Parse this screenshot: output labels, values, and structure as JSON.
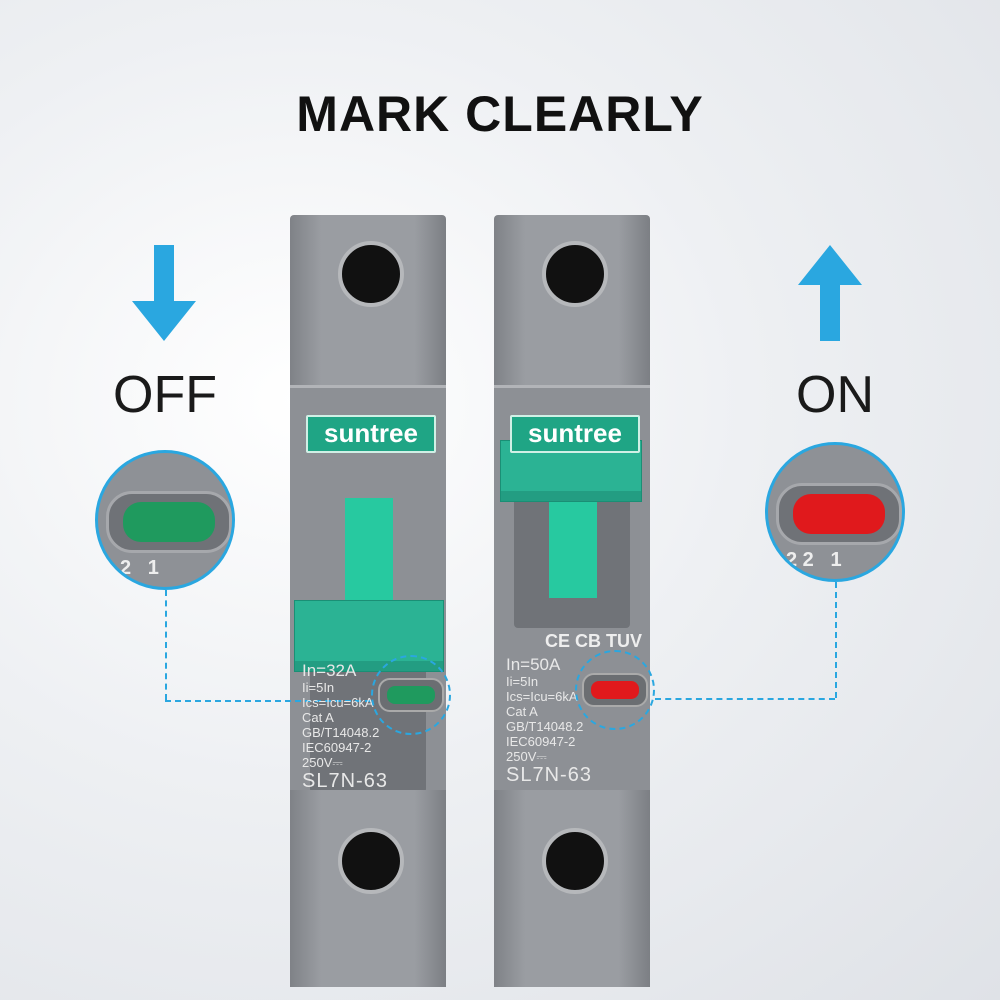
{
  "title": "MARK CLEARLY",
  "off": {
    "label": "OFF",
    "icon": "arrow-down-icon",
    "lamp_color": "#1f9a5e"
  },
  "on": {
    "label": "ON",
    "icon": "arrow-up-icon",
    "lamp_color": "#e0191c"
  },
  "accent": "#2aa7e0",
  "brand": "suntree",
  "brand_color": "#1fa585",
  "zoom_numbers": {
    "left": "2   1",
    "right": "2 2   1"
  },
  "left_breaker": {
    "rating": "In=32A",
    "li": "Ii=5In",
    "ics": "Ics=Icu=6kA",
    "cat": "Cat A",
    "std1": "GB/T14048.2",
    "std2": "IEC60947-2",
    "voltage": "250V⎓",
    "model": "SL7N-63"
  },
  "right_breaker": {
    "certs": "CE CB TUV",
    "rating": "In=50A",
    "li": "Ii=5In",
    "ics": "Ics=Icu=6kA",
    "cat": "Cat A",
    "std1": "GB/T14048.2",
    "std2": "IEC60947-2",
    "voltage": "250V⎓",
    "model": "SL7N-63"
  }
}
